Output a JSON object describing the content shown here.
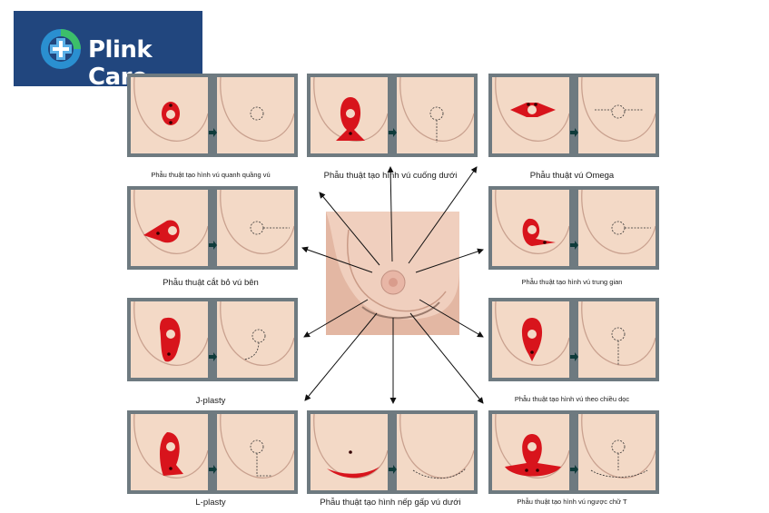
{
  "brand": {
    "name": "Plink Care",
    "mark": "cross-plus-icon"
  },
  "techniques": [
    {
      "label": "Phẫu thuật tạo hình vú quanh quầng vú",
      "pattern": "periareolar"
    },
    {
      "label": "Phẫu thuật tạo hình vú cuống dưới",
      "pattern": "inferior-pedicle"
    },
    {
      "label": "Phẫu thuật vú Omega",
      "pattern": "omega"
    },
    {
      "label": "Phẫu thuật cắt bỏ vú bên",
      "pattern": "lateral"
    },
    {
      "label": "Phẫu thuật tạo hình vú trung gian",
      "pattern": "medial"
    },
    {
      "label": "J-plasty",
      "pattern": "j"
    },
    {
      "label": "Phẫu thuật tạo hình vú theo chiều dọc",
      "pattern": "vertical"
    },
    {
      "label": "L-plasty",
      "pattern": "l"
    },
    {
      "label": "Phẫu thuật tạo hình nếp gấp vú dưới",
      "pattern": "fold"
    },
    {
      "label": "Phẫu thuật tạo hình vú ngược chữ T",
      "pattern": "inverted-t"
    }
  ],
  "colors": {
    "incision": "#d8141c",
    "skin": "#f3d9c6",
    "frame": "#6e7a80",
    "brand_bg": "#21467e",
    "arrow": "#111111"
  }
}
